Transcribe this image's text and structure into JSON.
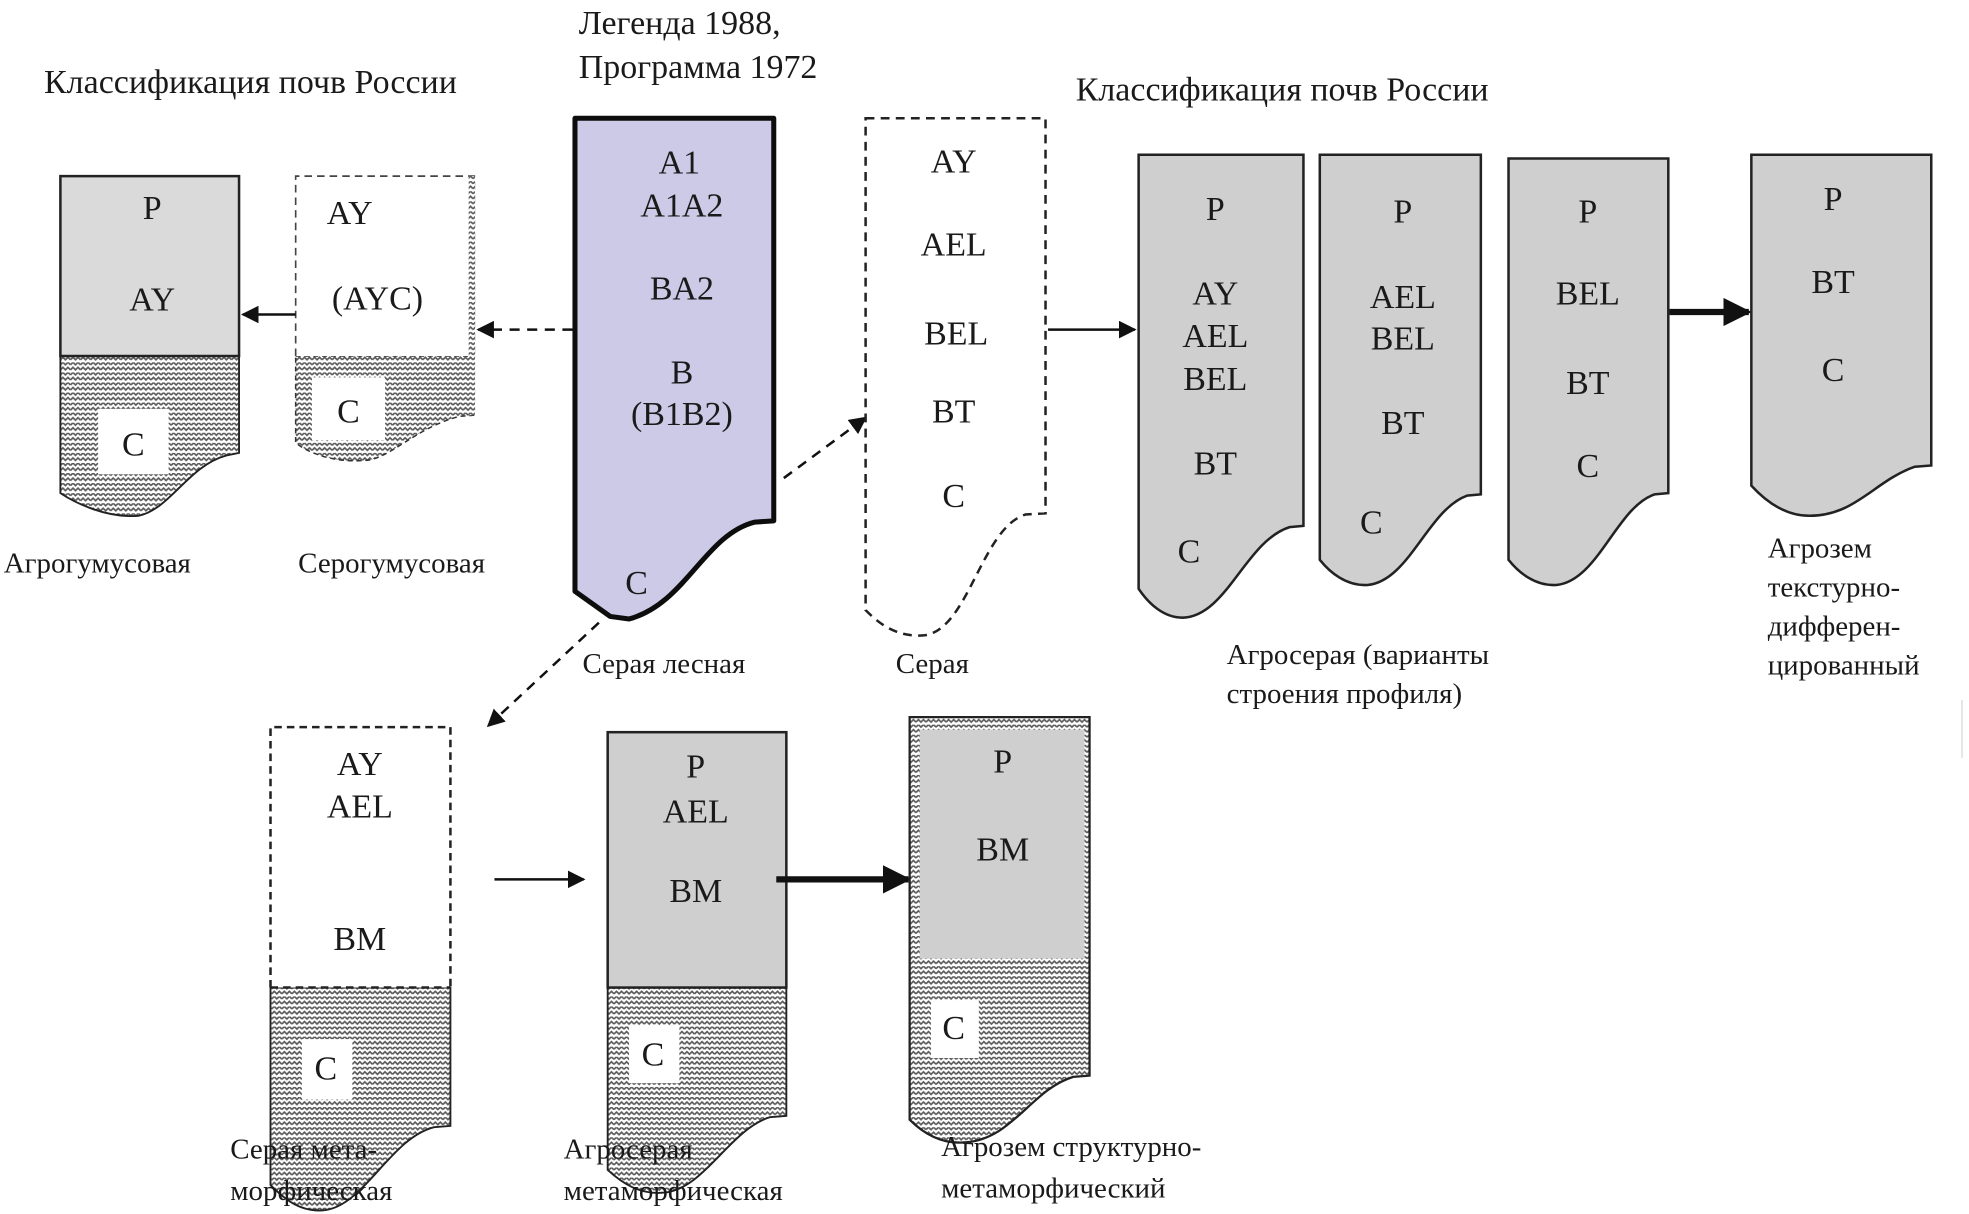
{
  "titles": {
    "left": "Классификация почв России",
    "center_line1": "Легенда 1988,",
    "center_line2": "Программа 1972",
    "right": "Классификация почв России"
  },
  "colors": {
    "lavender": "#cccae6",
    "gray": "#d0cfd0",
    "light_gray": "#dadada",
    "ink": "#1a1a1a",
    "hatch_dark": "#555555"
  },
  "profiles": {
    "agrogumusovaya": {
      "horizons": [
        "P",
        "AY",
        "C"
      ],
      "caption": [
        "Агрогумусовая"
      ]
    },
    "serogumusovaya": {
      "horizons": [
        "AY",
        "(AYC)",
        "C"
      ],
      "caption": [
        "Серогумусовая"
      ]
    },
    "seraya_lesnaya": {
      "horizons": [
        "A1",
        "A1A2",
        "BA2",
        "B",
        "(B1B2)",
        "C"
      ],
      "caption": [
        "Серая лесная"
      ]
    },
    "seraya": {
      "horizons": [
        "AY",
        "AEL",
        "BEL",
        "BT",
        "C"
      ],
      "caption": [
        "Серая"
      ]
    },
    "agroseraya_1": {
      "horizons": [
        "P",
        "AY",
        "AEL",
        "BEL",
        "BT",
        "C"
      ]
    },
    "agroseraya_2": {
      "horizons": [
        "P",
        "AEL",
        "BEL",
        "BT",
        "C"
      ]
    },
    "agroseraya_3": {
      "horizons": [
        "P",
        "BEL",
        "BT",
        "C"
      ]
    },
    "agroseraya_caption": [
      "Агросерая (варианты",
      "строения профиля)"
    ],
    "agrozem_texturno": {
      "horizons": [
        "P",
        "BT",
        "C"
      ],
      "caption": [
        "Агрозем",
        "текстурно-",
        "дифферен-",
        "цированный"
      ]
    },
    "seraya_metamorficheskaya": {
      "horizons": [
        "AY",
        "AEL",
        "BM",
        "C"
      ],
      "caption": [
        "Серая мета-",
        "морфическая"
      ]
    },
    "agroseraya_metamorficheskaya": {
      "horizons": [
        "P",
        "AEL",
        "BM",
        "C"
      ],
      "caption": [
        "Агросерая",
        "метаморфическая"
      ]
    },
    "agrozem_strukturno": {
      "horizons": [
        "P",
        "BM",
        "C"
      ],
      "caption": [
        "Агрозем структурно-",
        "метаморфический"
      ]
    }
  }
}
